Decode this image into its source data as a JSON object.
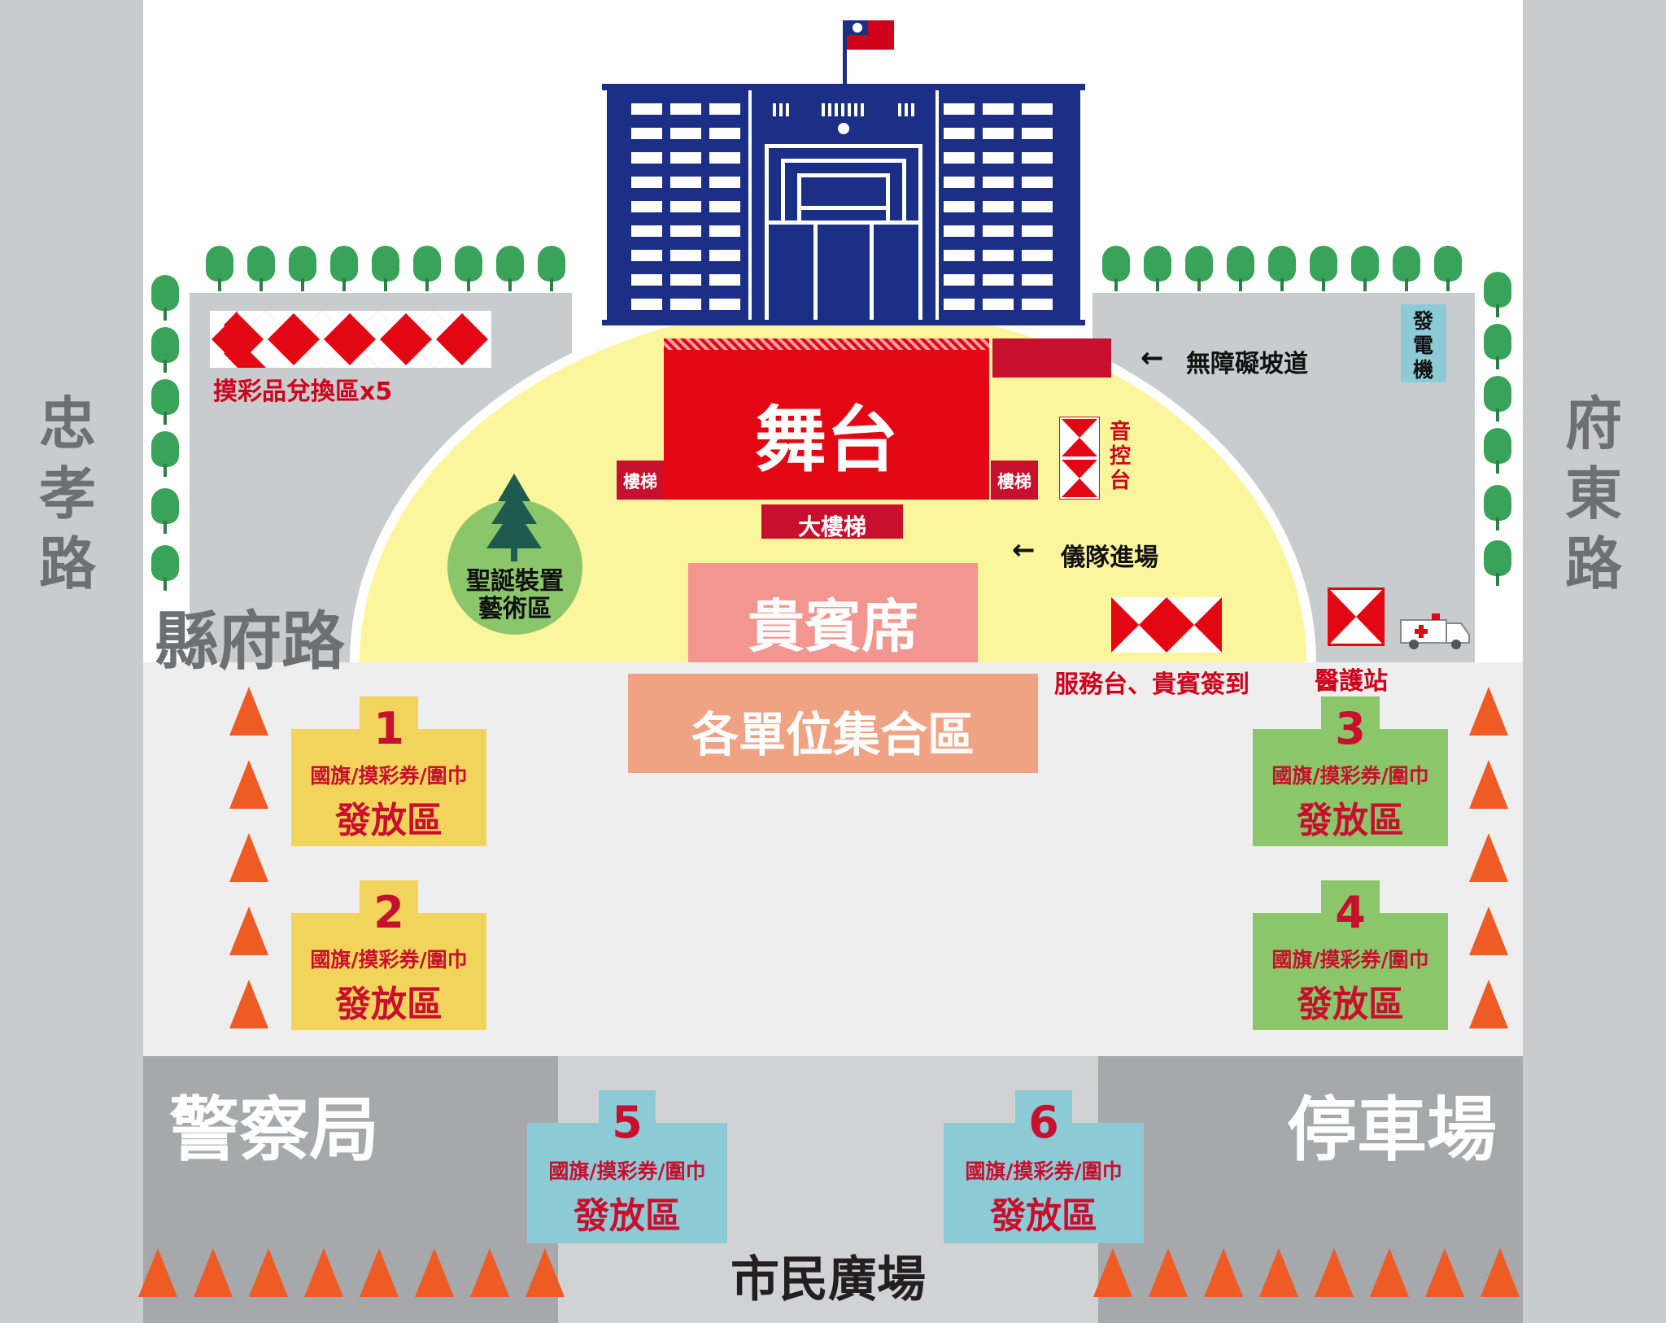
{
  "roads": {
    "left": "忠孝路",
    "right": "府東路",
    "county": "縣府路",
    "bottom": "市民廣場"
  },
  "buildings": {
    "police": "警察局",
    "parking": "停車場"
  },
  "stage": {
    "title": "舞台",
    "stairs_left": "樓梯",
    "stairs_right": "樓梯",
    "big_stairs": "大樓梯"
  },
  "labels": {
    "ramp": "無障礙坡道",
    "sound_control": "音控台",
    "generator": "發電機",
    "procession": "儀隊進場",
    "raffle_exchange": "摸彩品兌換區x5",
    "christmas": "聖誕裝置藝術區",
    "vip": "貴賓席",
    "assembly": "各單位集合區",
    "service_desk": "服務台、貴賓簽到",
    "medical": "醫護站"
  },
  "zones": [
    {
      "num": "1",
      "subtitle": "國旗/摸彩券/圍巾",
      "title": "發放區"
    },
    {
      "num": "2",
      "subtitle": "國旗/摸彩券/圍巾",
      "title": "發放區"
    },
    {
      "num": "3",
      "subtitle": "國旗/摸彩券/圍巾",
      "title": "發放區"
    },
    {
      "num": "4",
      "subtitle": "國旗/摸彩券/圍巾",
      "title": "發放區"
    },
    {
      "num": "5",
      "subtitle": "國旗/摸彩券/圍巾",
      "title": "發放區"
    },
    {
      "num": "6",
      "subtitle": "國旗/摸彩券/圍巾",
      "title": "發放區"
    }
  ],
  "colors": {
    "road": "#c8ccce",
    "plaza": "#eeeeef",
    "stage_red": "#e30613",
    "dark_red": "#c8102e",
    "building_blue": "#1b2f87",
    "lawn_yellow": "#fbf59b",
    "zone_yellow": "#f2d45c",
    "zone_green": "#8cc66b",
    "zone_teal": "#8ccbd6",
    "vip_pink": "#f2968f",
    "assembly_salmon": "#f0a383",
    "cone_orange": "#ef5b24",
    "tree_green": "#3aa35a"
  }
}
